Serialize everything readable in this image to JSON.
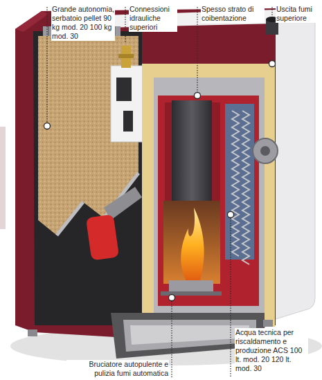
{
  "diagram": {
    "labels": [
      "Grande autonomia, serbatoio pellet 90 kg mod. 20 100 kg mod. 30",
      "Connessioni idrauliche superiori",
      "Spesso strato di coibentazione",
      "Uscita fumi superiore",
      "Acqua tecnica per riscaldamento e produzione ACS 100 lt. mod. 20 120 lt. mod. 30",
      "Bruciatore autopulente e pulizia fumi automatica"
    ]
  }
}
